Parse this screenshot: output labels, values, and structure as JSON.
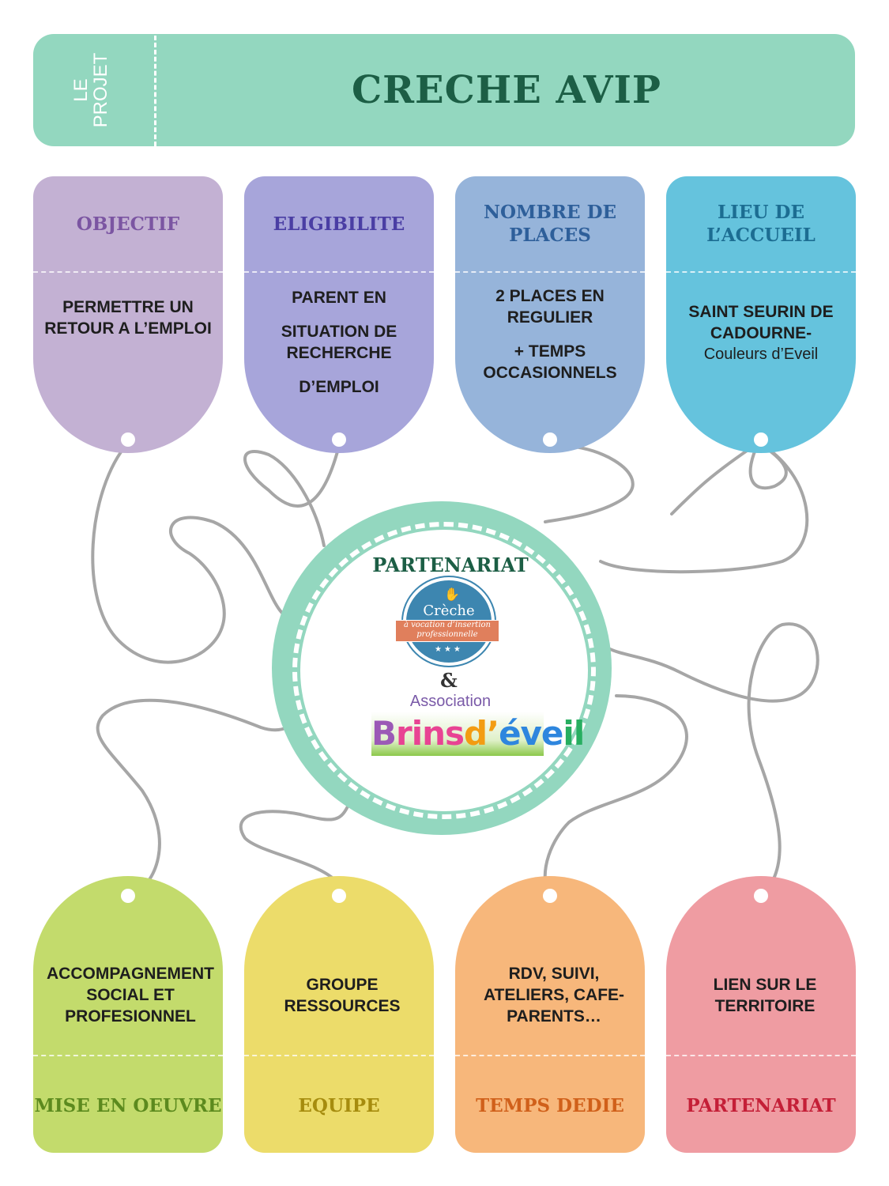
{
  "colors": {
    "header_bg": "#93d7bf",
    "header_title": "#1c5e45",
    "string": "#a6a6a6",
    "ring": "#93d7bf"
  },
  "header": {
    "side_line1": "LE",
    "side_line2": "PROJET",
    "title": "CRECHE AVIP"
  },
  "top_tags": [
    {
      "title": "OBJECTIF",
      "body": [
        "PERMETTRE UN RETOUR A L’EMPLOI"
      ],
      "bg": "#c3b1d3",
      "title_color": "#7b55a2"
    },
    {
      "title": "ELIGIBILITE",
      "body": [
        "PARENT EN",
        "SITUATION DE RECHERCHE",
        "D’EMPLOI"
      ],
      "bg": "#a7a5da",
      "title_color": "#4a3ea4"
    },
    {
      "title": "NOMBRE DE PLACES",
      "body": [
        "2 PLACES EN REGULIER",
        "+ TEMPS OCCASIONNELS"
      ],
      "bg": "#96b4da",
      "title_color": "#2e5f9a"
    },
    {
      "title": "LIEU DE L’ACCUEIL",
      "body": [
        "SAINT SEURIN DE CADOURNE-",
        "Couleurs d’Eveil"
      ],
      "bg": "#65c3dd",
      "title_color": "#1c6d92"
    }
  ],
  "bottom_tags": [
    {
      "title": "MISE EN OEUVRE",
      "body": [
        "ACCOMPAGNEMENT SOCIAL ET PROFESIONNEL"
      ],
      "bg": "#c3db6c",
      "title_color": "#5c8a1e"
    },
    {
      "title": "EQUIPE",
      "body": [
        "GROUPE RESSOURCES"
      ],
      "bg": "#ecdc6a",
      "title_color": "#a68c0e"
    },
    {
      "title": "TEMPS DEDIE",
      "body": [
        "RDV, SUIVI, ATELIERS, CAFE-PARENTS…"
      ],
      "bg": "#f7b77b",
      "title_color": "#d0601a"
    },
    {
      "title": "PARTENARIAT",
      "body": [
        "LIEN SUR LE TERRITOIRE"
      ],
      "bg": "#ef9ca2",
      "title_color": "#c41f37"
    }
  ],
  "center": {
    "title": "PARTENARIAT",
    "badge_name": "Crèche",
    "badge_band": "à vocation d’insertion professionnelle",
    "ampersand": "&",
    "assoc_label": "Association",
    "brins_logo": "Brins d’éveil"
  }
}
